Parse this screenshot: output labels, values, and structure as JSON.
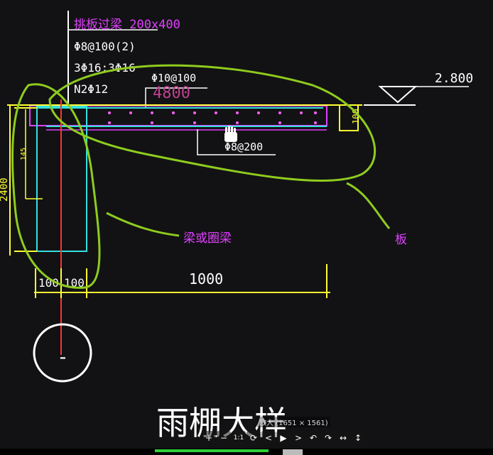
{
  "drawing": {
    "slab_spec_title": "挑板过梁 200x400",
    "slab_spec_lines": [
      "Φ8@100(2)",
      "3Φ16;3Φ16",
      "N2Φ12"
    ],
    "top_rebar_label": "Φ10@100",
    "slab_length_label": "4800",
    "bottom_rebar_label": "Φ8@200",
    "elevation_label": "2.800",
    "slab_thickness_label": "100",
    "beam_height_label": "2400",
    "inner_height_label": "145",
    "beam_width_left": "100",
    "beam_width_right": "100",
    "cantilever_length": "1000",
    "detail_number": "-",
    "drawing_title": "雨棚大样",
    "annotation_beam": "梁或圈梁",
    "annotation_slab": "板"
  },
  "viewer": {
    "caption": "放大 (1651 × 1561)",
    "progress": 0.23,
    "buttons": [
      {
        "name": "zoom-in",
        "glyph": "+"
      },
      {
        "name": "zoom-out",
        "glyph": "−"
      },
      {
        "name": "actual-size",
        "glyph": "1:1"
      },
      {
        "name": "rotate-fit",
        "glyph": "⟳"
      },
      {
        "name": "previous",
        "glyph": "<"
      },
      {
        "name": "play",
        "glyph": "▶"
      },
      {
        "name": "next",
        "glyph": ">"
      },
      {
        "name": "rotate-left",
        "glyph": "↶"
      },
      {
        "name": "rotate-right",
        "glyph": "↷"
      },
      {
        "name": "flip-horizontal",
        "glyph": "↔"
      },
      {
        "name": "flip-vertical",
        "glyph": "↕"
      }
    ]
  },
  "colors": {
    "background": "#121214",
    "magenta": "#e040ff",
    "yellow": "#ffff33",
    "cyan": "#33e0e0",
    "red": "#ff3333",
    "white": "#ffffff",
    "green_markup": "#8fcc1e"
  }
}
